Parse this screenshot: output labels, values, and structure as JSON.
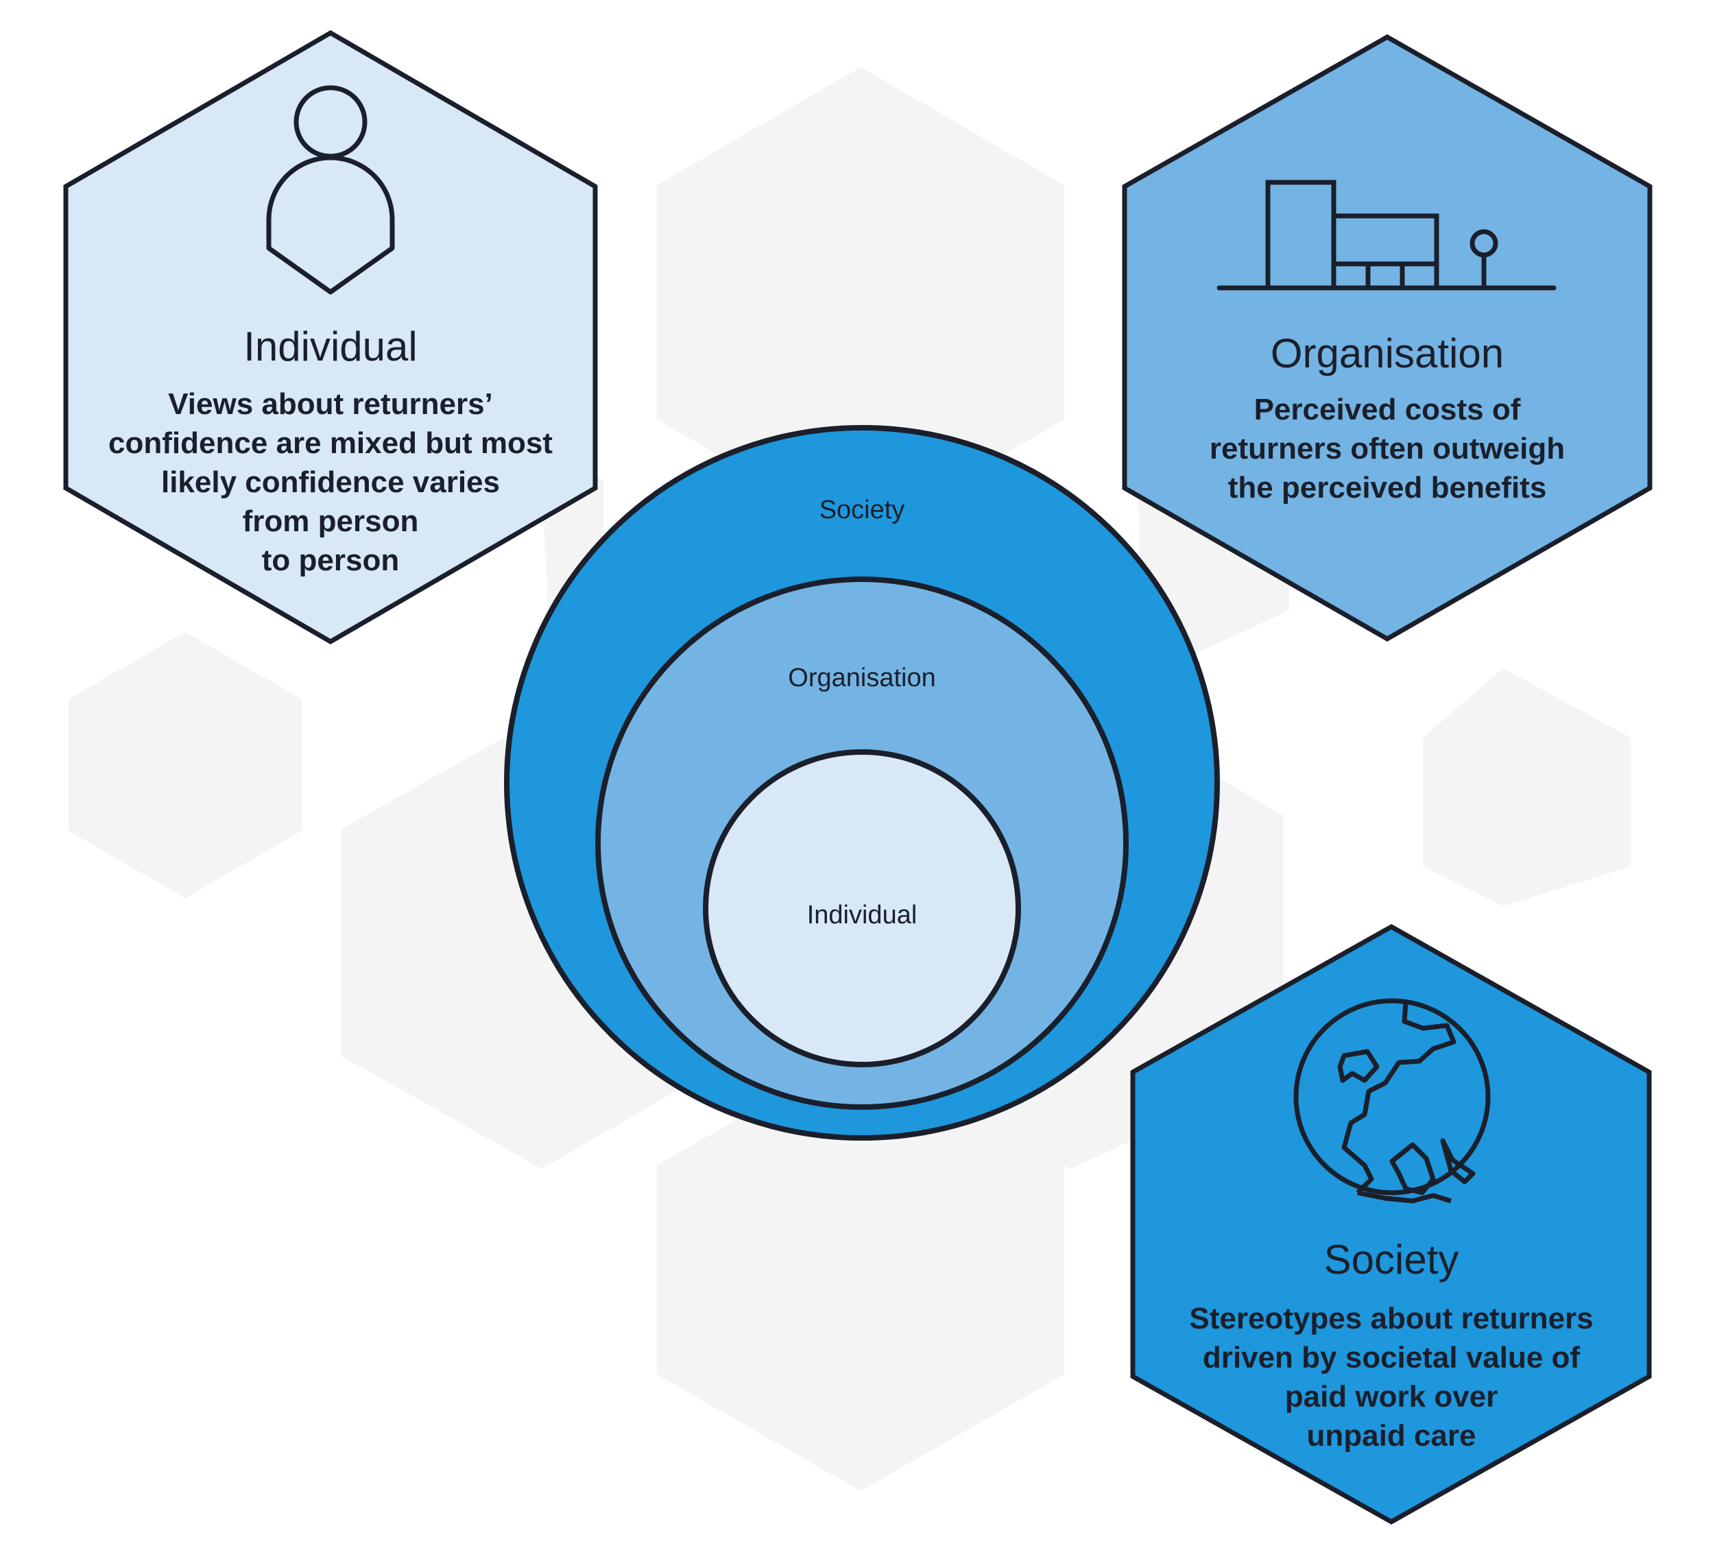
{
  "colors": {
    "background": "#ffffff",
    "background_hex": "#f4f4f4",
    "outline": "#1a1f2b",
    "light_blue": "#d8e8f7",
    "mid_blue": "#74b4e4",
    "strong_blue": "#1e97dc"
  },
  "rings": {
    "outer_label": "Society",
    "middle_label": "Organisation",
    "inner_label": "Individual"
  },
  "cards": {
    "individual": {
      "icon": "person-icon",
      "title": "Individual",
      "lines": [
        "Views about returners’",
        "confidence are mixed but most",
        "likely confidence varies",
        "from person",
        "to person"
      ]
    },
    "organisation": {
      "icon": "building-icon",
      "title": "Organisation",
      "lines": [
        "Perceived costs of",
        "returners often outweigh",
        "the perceived benefits"
      ]
    },
    "society": {
      "icon": "globe-icon",
      "title": "Society",
      "lines": [
        "Stereotypes about returners",
        "driven by societal value of",
        "paid work over",
        "unpaid care"
      ]
    }
  }
}
